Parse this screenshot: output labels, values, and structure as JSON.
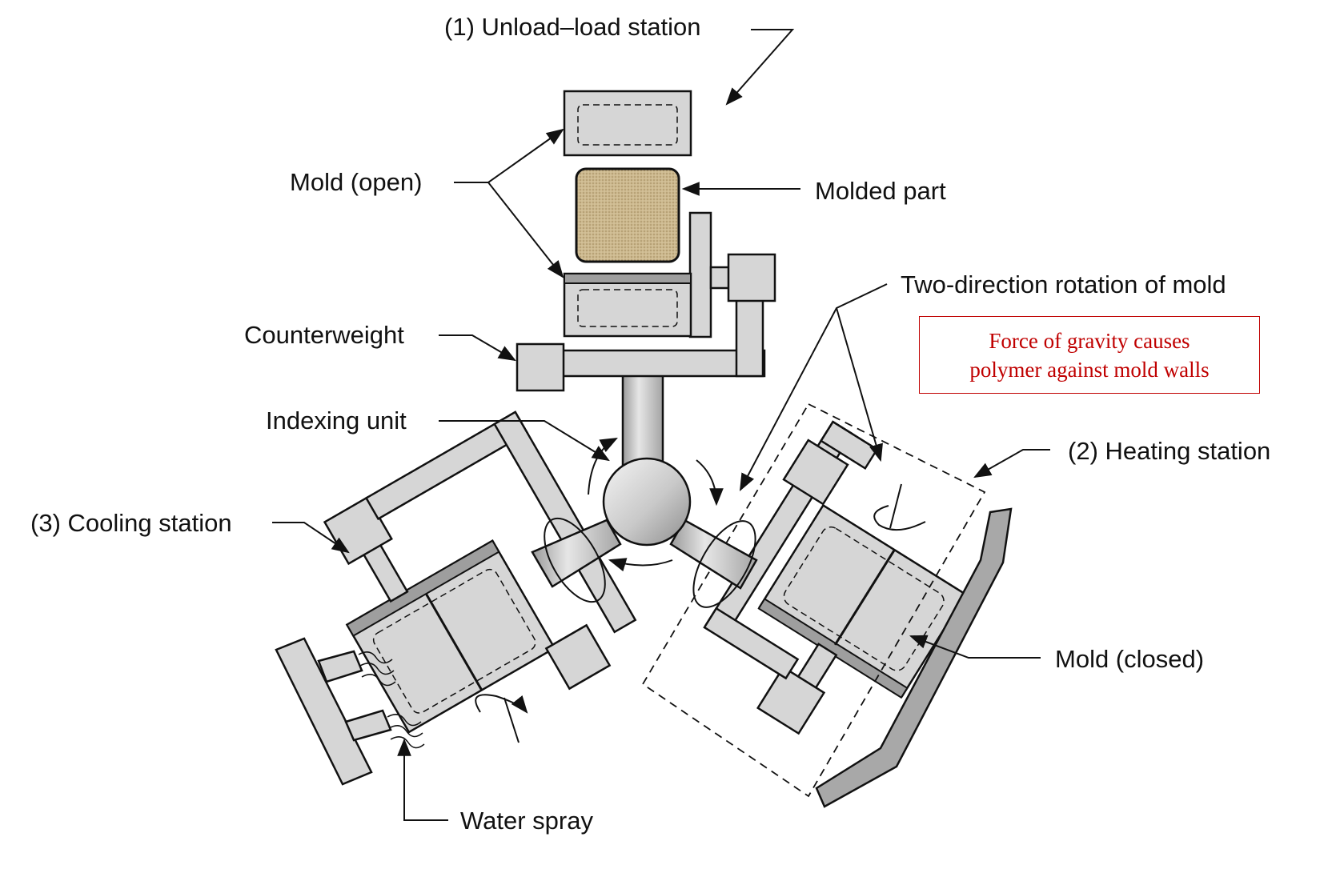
{
  "labels": {
    "unload_load": "(1) Unload–load station",
    "mold_open": "Mold (open)",
    "molded_part": "Molded part",
    "two_direction": "Two-direction rotation of mold",
    "counterweight": "Counterweight",
    "indexing_unit": "Indexing unit",
    "heating_station": "(2) Heating station",
    "cooling_station": "(3) Cooling station",
    "mold_closed": "Mold (closed)",
    "water_spray": "Water spray"
  },
  "note": {
    "line1": "Force of gravity causes",
    "line2": "polymer against mold walls",
    "color": "#c00000"
  },
  "colors": {
    "machine_fill": "#d6d6d6",
    "machine_dark": "#9e9e9e",
    "outline": "#111111",
    "part_fill": "#c7b48a"
  }
}
